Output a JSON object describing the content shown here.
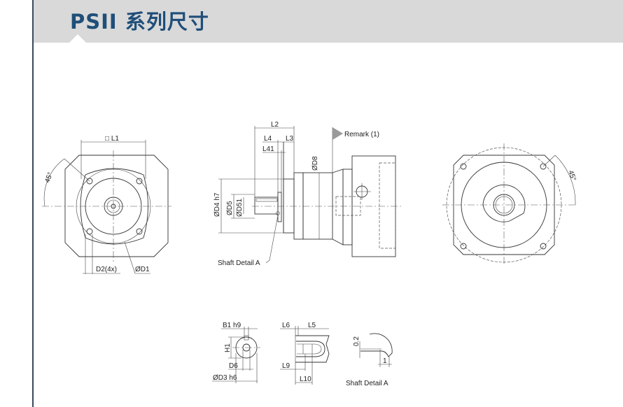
{
  "header": {
    "title": "PSII 系列尺寸",
    "accent_color": "#1f4e79"
  },
  "front_view": {
    "l1": "□ L1",
    "d2": "D2(4x)",
    "d1": "ØD1",
    "angle": "45°"
  },
  "side_view": {
    "l2": "L2",
    "l4": "L4",
    "l3": "L3",
    "l41": "L41",
    "d4": "ØD4 h7",
    "d5": "ØD5",
    "d51": "ØD51",
    "d8": "ØD8",
    "remark": "Remark (1)",
    "shaft_detail": "Shaft Detail  A"
  },
  "rear_view": {
    "angle": "45°"
  },
  "details": {
    "b1": "B1 h9",
    "h1": "H1",
    "d6": "D6",
    "d3": "ØD3 h6",
    "l6": "L6",
    "l5": "L5",
    "l9": "L9",
    "l10": "L10",
    "r02": "0.2",
    "one": "1",
    "caption": "Shaft  Detail  A"
  }
}
